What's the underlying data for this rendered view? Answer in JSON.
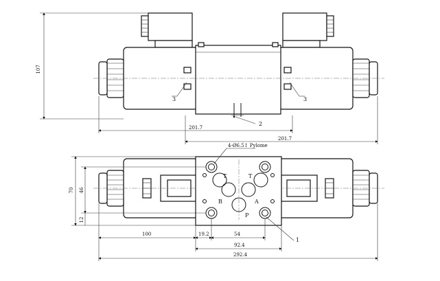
{
  "top_view": {
    "dim_height": "107",
    "dim_left_length": "201.7",
    "dim_right_length": "201.7",
    "callout_left_3": "3",
    "callout_right_3": "3",
    "callout_2": "2"
  },
  "bottom_view": {
    "dim_70": "70",
    "dim_46": "46",
    "dim_12": "12",
    "dim_100": "100",
    "dim_19_2": "19.2",
    "dim_54": "54",
    "dim_92_4": "92.4",
    "dim_292_4": "292.4",
    "hole_spec": "4-Ø6.5↧ Pylome",
    "port_T_left": "T",
    "port_T_right": "T",
    "port_B": "B",
    "port_A": "A",
    "port_P": "P",
    "callout_1": "1"
  }
}
